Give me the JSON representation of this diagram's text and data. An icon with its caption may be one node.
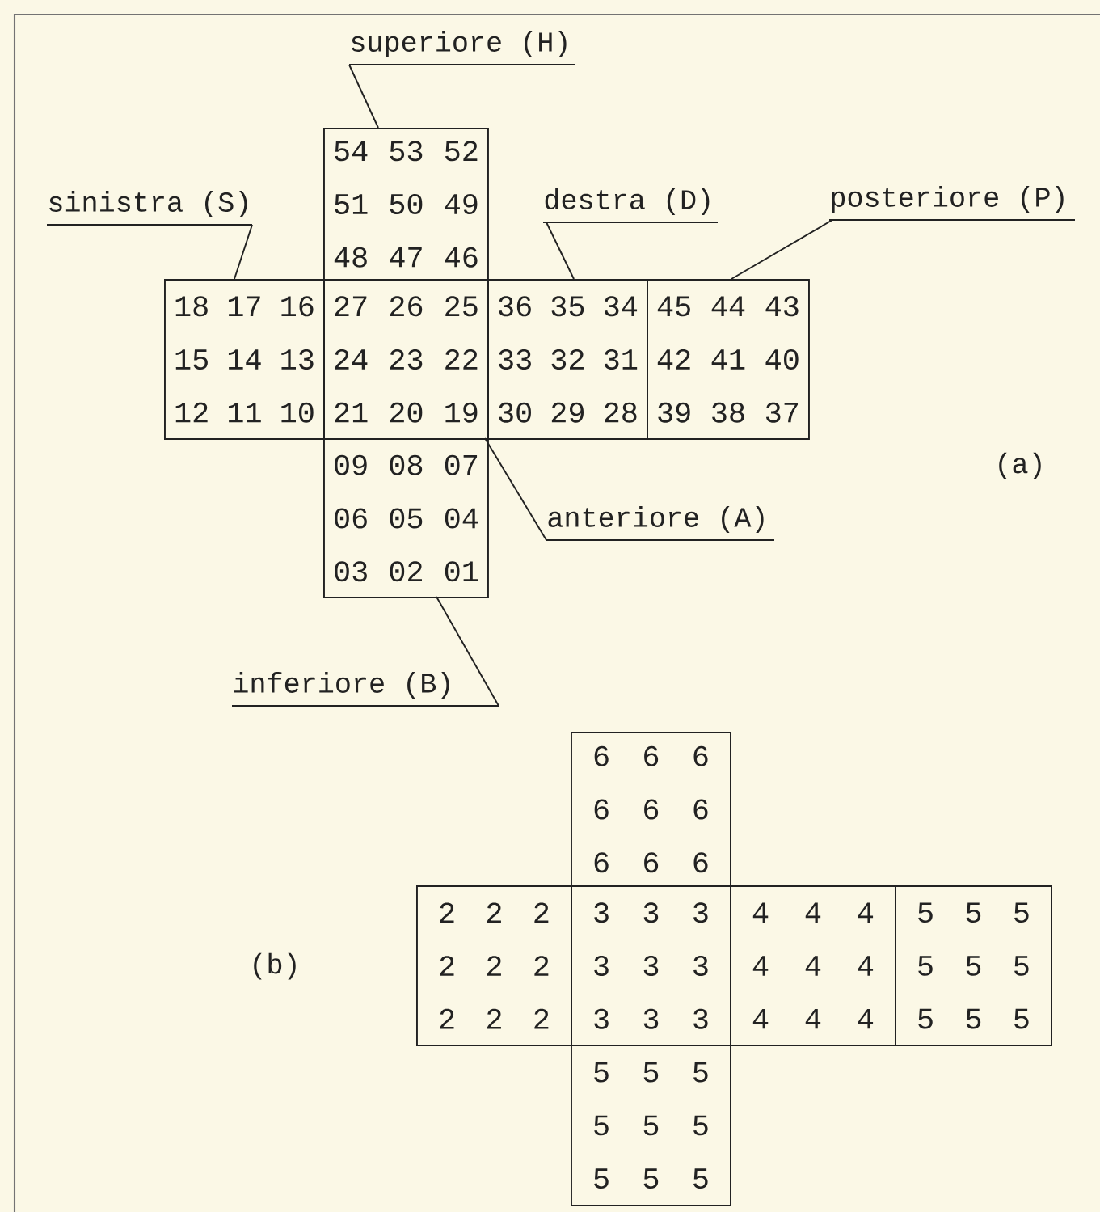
{
  "diagram": {
    "nodes": [
      {
        "text": [
          "superiore (H)"
        ]
      },
      {
        "text": [
          "54 53 52",
          "51 50 49",
          "48 47 46"
        ]
      },
      {
        "text": [
          "sinistra (S)"
        ]
      },
      {
        "text": [
          "destra (D)"
        ]
      },
      {
        "text": [
          "posteriore (P)"
        ]
      },
      {
        "text": [
          "18 17 16",
          "15 14 13",
          "12 11 10"
        ]
      },
      {
        "text": [
          "27 26 25",
          "24 23 22",
          "21 20 19"
        ]
      },
      {
        "text": [
          "36 35 34",
          "33 32 31",
          "30 29 28"
        ]
      },
      {
        "text": [
          "45 44 43",
          "42 41 40",
          "39 38 37"
        ]
      },
      {
        "text": [
          "09 08 07",
          "06 05 04",
          "03 02 01"
        ]
      },
      {
        "text": [
          "anteriore (A)"
        ]
      },
      {
        "text": [
          "inferiore (B)"
        ]
      },
      {
        "text": [
          "6 6 6",
          "6 6 6",
          "6 6 6"
        ]
      },
      {
        "text": [
          "2 2 2",
          "2 2 2",
          "2 2 2"
        ]
      },
      {
        "text": [
          "3 3 3",
          "3 3 3",
          "3 3 3"
        ]
      },
      {
        "text": [
          "4 4 4",
          "4 4 4",
          "4 4 4"
        ]
      },
      {
        "text": [
          "5 5 5",
          "5 5 5",
          "5 5 5"
        ]
      },
      {
        "text": [
          "5 5 5",
          "5 5 5",
          "5 5 5"
        ]
      }
    ],
    "edges": [
      {
        "from": 0,
        "to": 1,
        "arrow": "none"
      },
      {
        "from": 2,
        "to": 5,
        "arrow": "none"
      },
      {
        "from": 3,
        "to": 7,
        "arrow": "none"
      },
      {
        "from": 4,
        "to": 8,
        "arrow": "none"
      },
      {
        "from": 10,
        "to": 6,
        "arrow": "none"
      },
      {
        "from": 11,
        "to": 9,
        "arrow": "none"
      }
    ],
    "labels": [
      "(a)",
      "(b)"
    ]
  }
}
